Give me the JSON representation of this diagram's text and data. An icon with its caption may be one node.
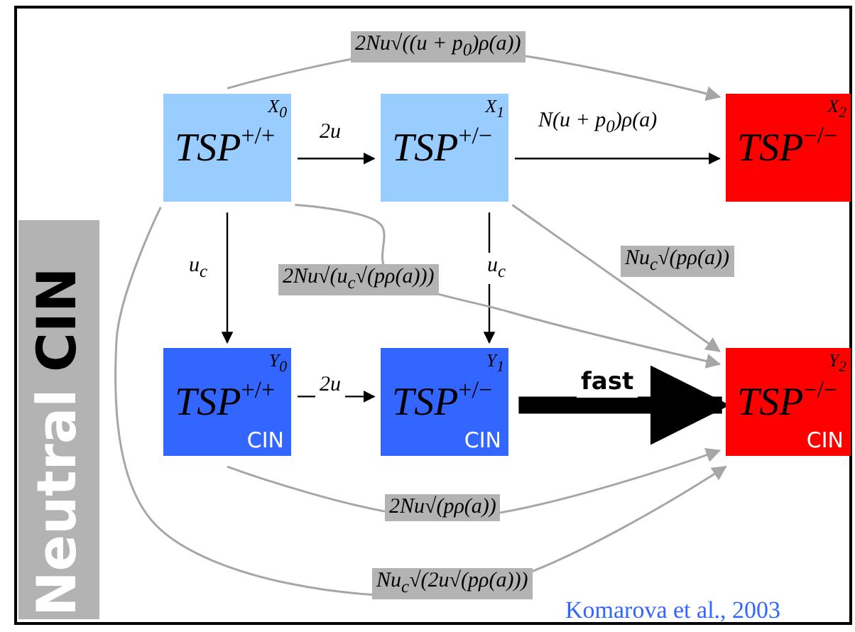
{
  "diagram": {
    "nodes": [
      {
        "text": [
          "X$_{0}$",
          "TSP$^{+/+}$"
        ]
      },
      {
        "text": [
          "X$_{1}$",
          "TSP$^{+/−}$"
        ]
      },
      {
        "text": [
          "X$_{2}$",
          "TSP$^{−/−}$"
        ]
      },
      {
        "text": [
          "Y$_{0}$",
          "TSP$^{+/+}$",
          "CIN"
        ]
      },
      {
        "text": [
          "Y$_{1}$",
          "TSP$^{+/−}$",
          "CIN"
        ]
      },
      {
        "text": [
          "Y$_{2}$",
          "TSP$^{−/−}$",
          "CIN"
        ]
      },
      {
        "text": [
          "Neutral",
          "CIN"
        ]
      }
    ],
    "edges": [
      {
        "from": 0,
        "to": 1,
        "arrow": "to",
        "label": "2u"
      },
      {
        "from": 1,
        "to": 2,
        "arrow": "to",
        "label": "N(u + p$_{0}$)ρ(a)"
      },
      {
        "from": 0,
        "to": 3,
        "arrow": "to",
        "label": "u$_{c}$"
      },
      {
        "from": 1,
        "to": 4,
        "arrow": "to",
        "label": "u$_{c}$"
      },
      {
        "from": 3,
        "to": 4,
        "arrow": "to",
        "label": "2u"
      },
      {
        "from": 4,
        "to": 5,
        "arrow": "to",
        "label": "fast",
        "style": "thick"
      },
      {
        "from": 0,
        "to": 2,
        "arrow": "to",
        "label": "2Nu√((u + p$_{0}$)ρ(a))",
        "color": "#a6a6a6"
      },
      {
        "from": 1,
        "to": 5,
        "arrow": "to",
        "label": "Nu$_{c}$√(pρ(a))",
        "color": "#a6a6a6"
      },
      {
        "from": 0,
        "to": 5,
        "arrow": "to",
        "label": "2Nu√(u$_{c}$√(pρ(a)))",
        "color": "#a6a6a6"
      },
      {
        "from": 3,
        "to": 5,
        "arrow": "to",
        "label": "2Nu√(pρ(a))",
        "color": "#a6a6a6"
      },
      {
        "from": 0,
        "to": 5,
        "arrow": "to",
        "label": "Nu$_{c}$√(2u√(pρ(a)))",
        "color": "#a6a6a6"
      }
    ],
    "labels": [
      "Komarova et al., 2003"
    ]
  }
}
